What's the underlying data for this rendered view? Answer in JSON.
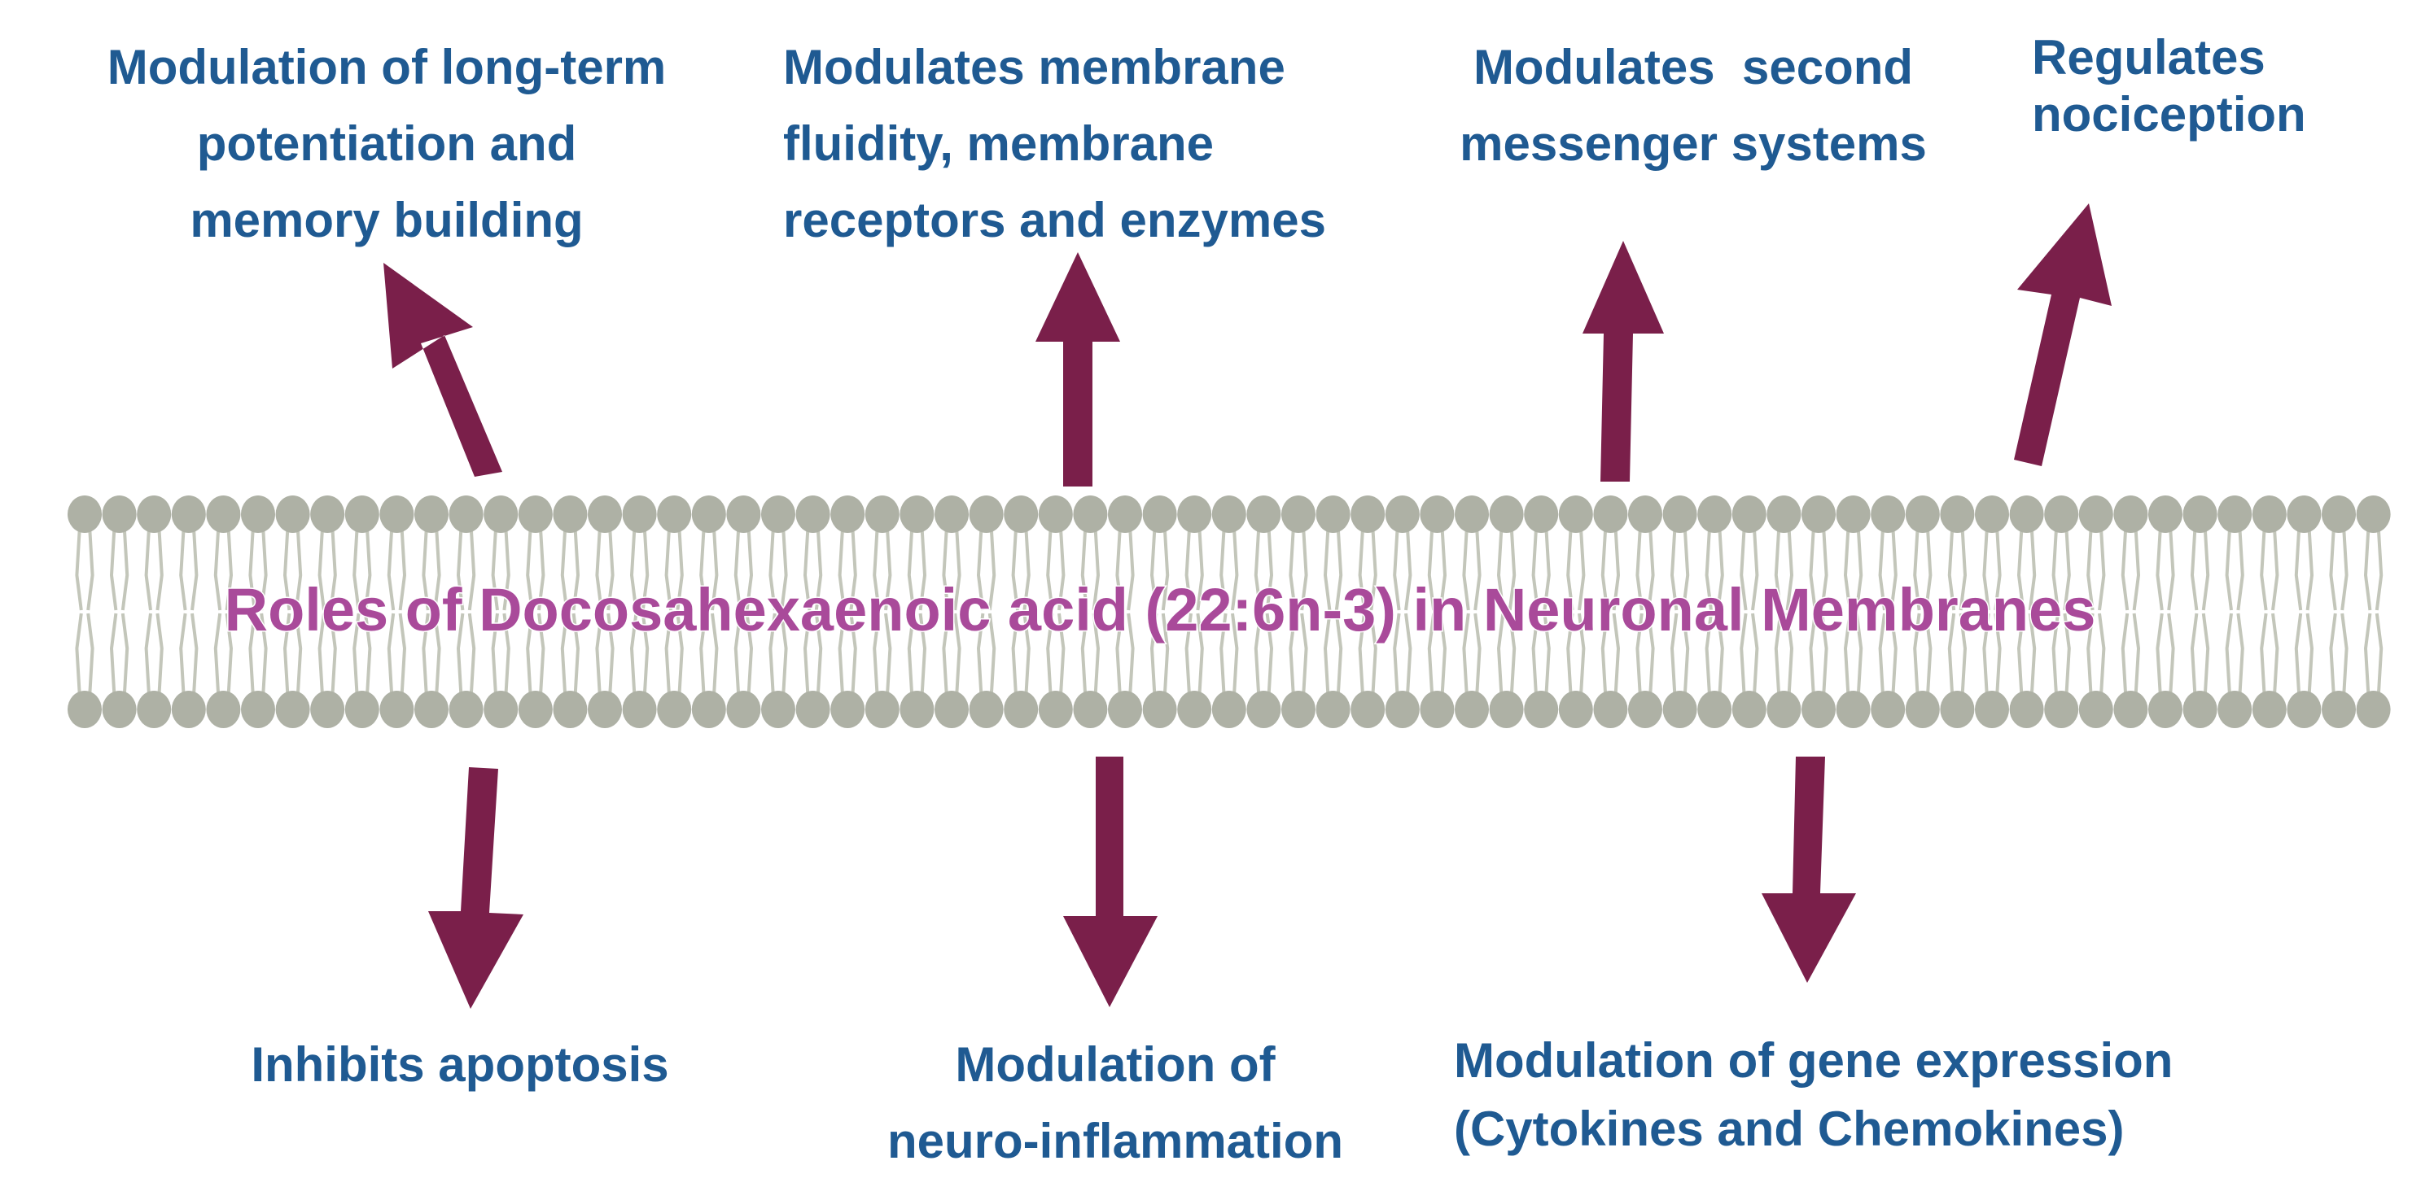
{
  "title": "Roles of Docosahexaenoic acid (22:6n-3) in Neuronal Membranes",
  "colors": {
    "label_text": "#1f5a92",
    "arrow": "#7a1f4a",
    "title": "#a94a9a",
    "lipid_head": "#aeb1a5",
    "lipid_tail": "#c3c6ba"
  },
  "roles_above": [
    {
      "lines": [
        "Modulation of long-term",
        "potentiation and",
        "memory building"
      ]
    },
    {
      "lines": [
        "Modulates membrane",
        "fluidity, membrane",
        "receptors and enzymes"
      ]
    },
    {
      "lines": [
        "Modulates  second",
        "messenger systems"
      ]
    },
    {
      "lines": [
        "Regulates",
        "nociception"
      ]
    }
  ],
  "roles_below": [
    {
      "lines": [
        "Inhibits apoptosis"
      ]
    },
    {
      "lines": [
        "Modulation of",
        "neuro-inflammation"
      ]
    },
    {
      "lines": [
        "Modulation of gene expression",
        "(Cytokines and Chemokines)"
      ]
    }
  ]
}
